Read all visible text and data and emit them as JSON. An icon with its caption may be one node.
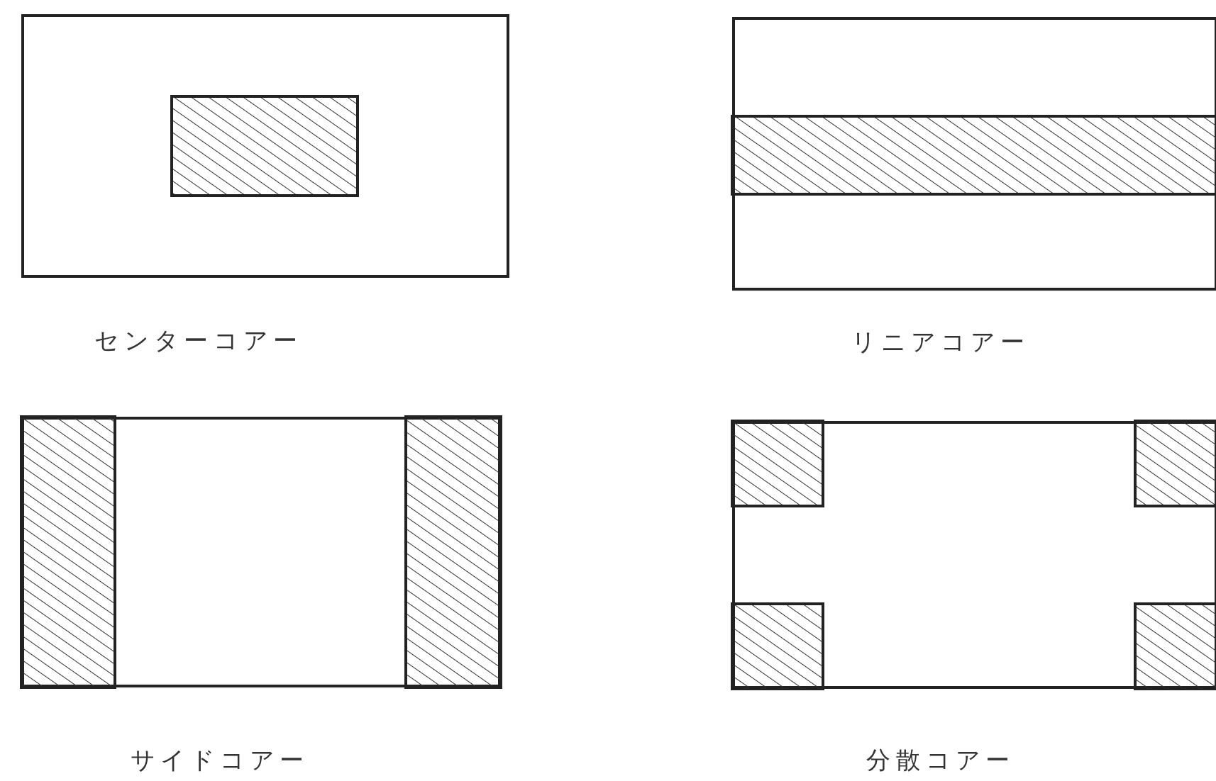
{
  "diagram": {
    "nodes": [
      {
        "text": [
          "センターコアー"
        ]
      },
      {
        "text": [
          "リニアコアー"
        ]
      },
      {
        "text": [
          "サイドコアー"
        ]
      },
      {
        "text": [
          "分散コアー"
        ]
      }
    ]
  }
}
